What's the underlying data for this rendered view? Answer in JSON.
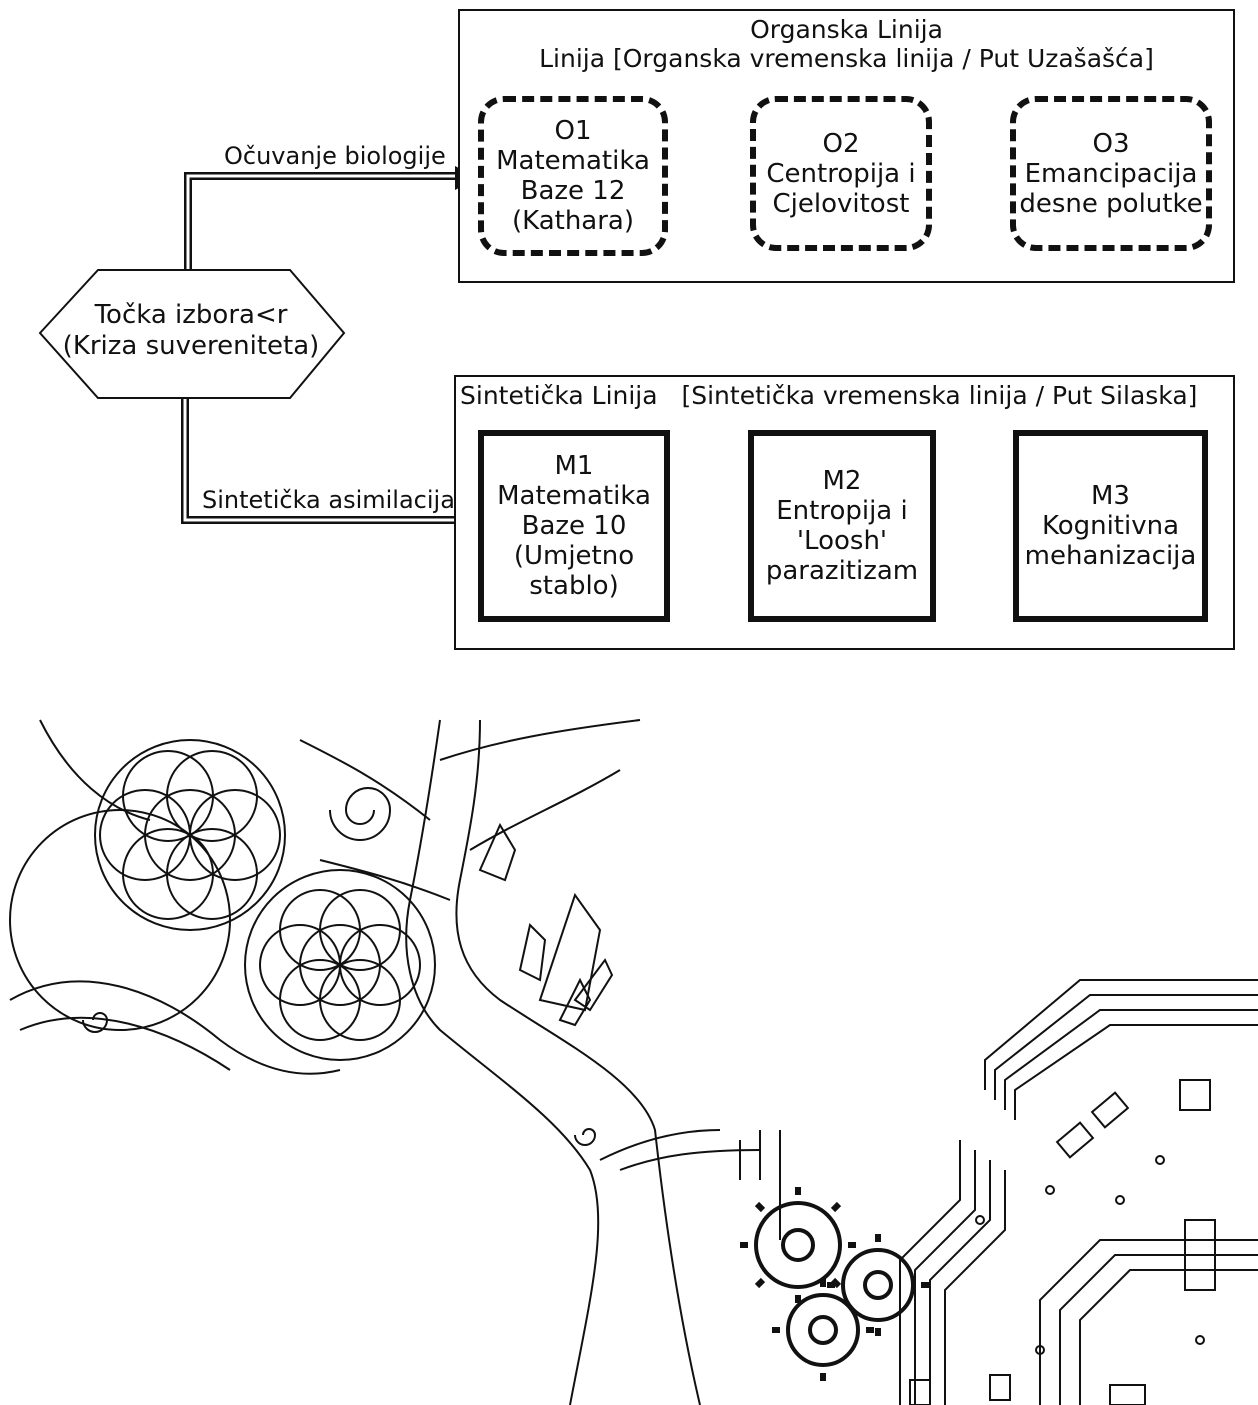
{
  "diagram": {
    "organic_group": {
      "title": "Organska Linija",
      "subtitle": "Linija [Organska vremenska linija / Put Uzašašća]"
    },
    "synthetic_group": {
      "title": "Sintetička Linija",
      "subtitle": "[Sintetička vremenska linija / Put Silaska]"
    },
    "choice_node": {
      "line1": "Točka izbora<r",
      "line2": "(Kriza suvereniteta)"
    },
    "edges": {
      "to_organic": "Očuvanje biologije",
      "to_synthetic": "Sintetička asimilacija"
    },
    "organic_nodes": [
      {
        "id": "O1",
        "text": "O1\nMatematika\nBaze 12\n(Kathara)"
      },
      {
        "id": "O2",
        "text": "O2\nCentropija i\nCjelovitost"
      },
      {
        "id": "O3",
        "text": "O3\nEmancipacija\ndesne polutke"
      }
    ],
    "synthetic_nodes": [
      {
        "id": "M1",
        "text": "M1\nMatematika\nBaze 10\n(Umjetno\nstablo)"
      },
      {
        "id": "M2",
        "text": "M2\nEntropija i\n'Loosh'\nparazitizam"
      },
      {
        "id": "M3",
        "text": "M3\nKognitivna\nmehanizacija"
      }
    ]
  },
  "colors": {
    "ink": "#111111",
    "background": "#ffffff"
  },
  "illustration": {
    "subject": "line-art tree growing from sacred geometry circles and crystals into circuit board traces and gears",
    "icons": [
      "flower-of-life-icon",
      "tree-icon",
      "crystal-icon",
      "gear-icon",
      "circuit-board-icon"
    ]
  }
}
